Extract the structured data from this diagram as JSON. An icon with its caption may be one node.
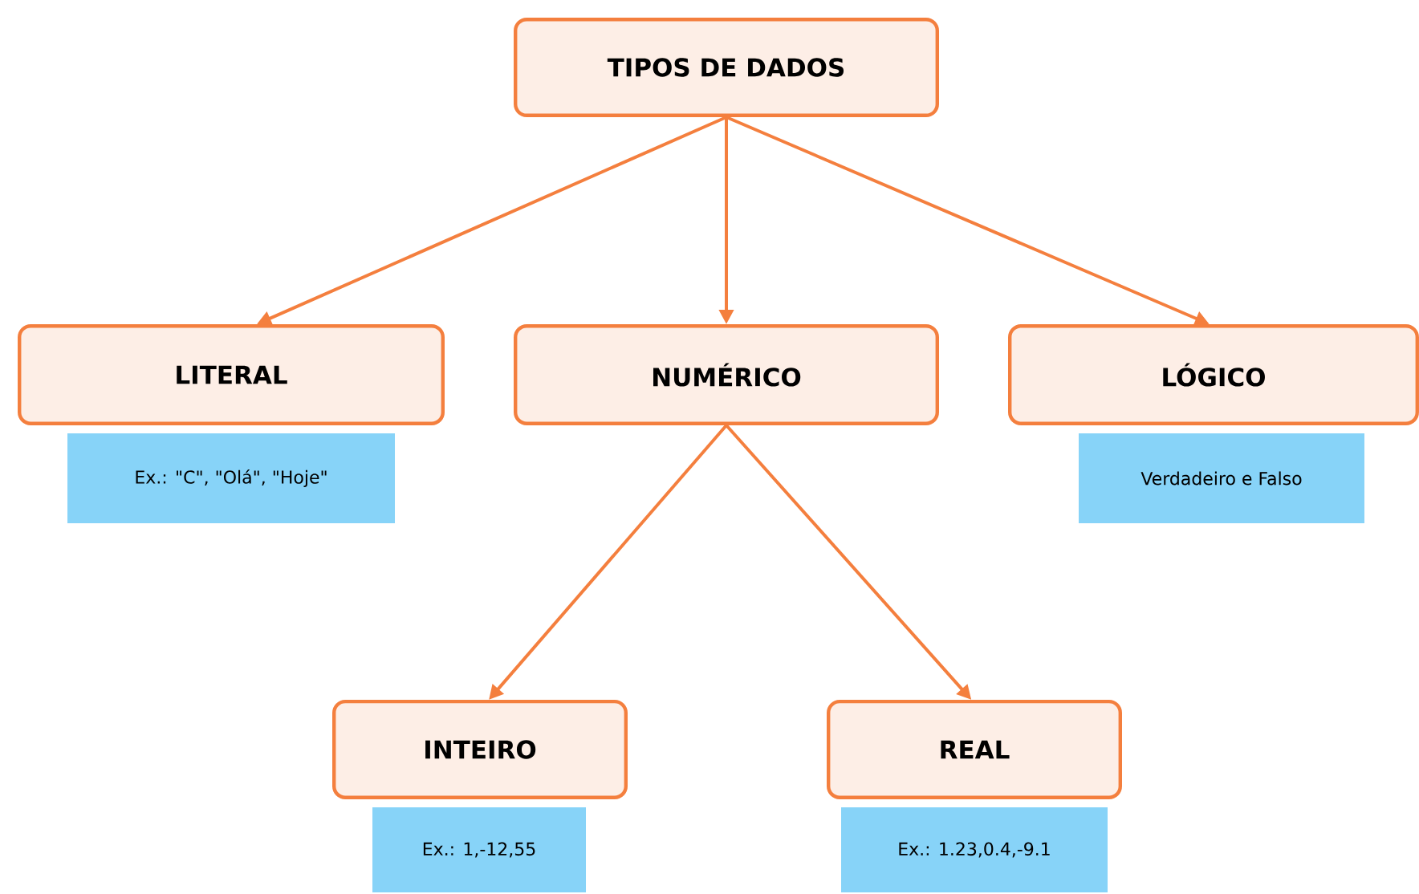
{
  "diagram": {
    "nodes": [
      {
        "text": [
          "TIPOS DE DADOS"
        ]
      },
      {
        "text": [
          "LITERAL"
        ]
      },
      {
        "text": [
          "NUMÉRICO"
        ]
      },
      {
        "text": [
          "LÓGICO"
        ]
      },
      {
        "text": [
          "Ex.: \"C\", \"Olá\", \"Hoje\""
        ]
      },
      {
        "text": [
          "Verdadeiro e Falso"
        ]
      },
      {
        "text": [
          "INTEIRO"
        ]
      },
      {
        "text": [
          "REAL"
        ]
      },
      {
        "text": [
          "Ex.: 1,-12,55"
        ]
      },
      {
        "text": [
          "Ex.: 1.23,0.4,-9.1"
        ]
      }
    ],
    "edges": [
      {
        "from": 0,
        "to": 1,
        "arrow": "to"
      },
      {
        "from": 0,
        "to": 2,
        "arrow": "to"
      },
      {
        "from": 0,
        "to": 3,
        "arrow": "to"
      },
      {
        "from": 2,
        "to": 6,
        "arrow": "to"
      },
      {
        "from": 2,
        "to": 7,
        "arrow": "to"
      }
    ]
  }
}
